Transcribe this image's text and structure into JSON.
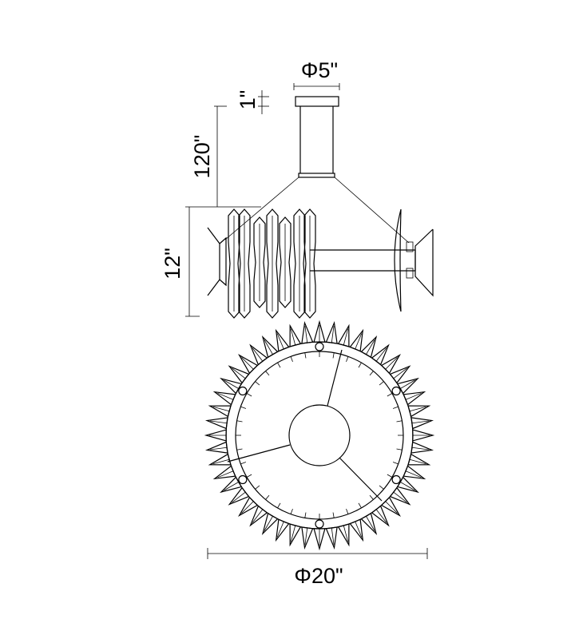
{
  "dimensions": {
    "canopy_diameter": "Φ5\"",
    "canopy_height": "1\"",
    "rod_length": "120\"",
    "fixture_height": "12\"",
    "fixture_diameter": "Φ20\""
  },
  "colors": {
    "line": "#000000",
    "background": "#ffffff"
  }
}
